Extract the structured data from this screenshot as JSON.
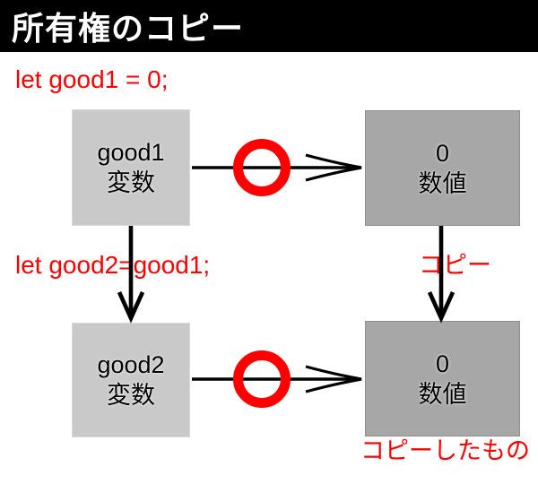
{
  "header": {
    "title": "所有権のコピー"
  },
  "annotations": {
    "code_line1": "let good1 = 0;",
    "code_line2": "let good2=good1;",
    "copy_arrow_label": "コピー",
    "copied_result_label": "コピーしたもの"
  },
  "boxes": {
    "good1": {
      "title": "good1",
      "subtitle": "変数"
    },
    "value1": {
      "title": "0",
      "subtitle": "数値"
    },
    "good2": {
      "title": "good2",
      "subtitle": "変数"
    },
    "value2": {
      "title": "0",
      "subtitle": "数値"
    }
  },
  "icons": {
    "ring": "ok-circle-icon",
    "horizontal_arrows": "open-chevron-arrow-right",
    "vertical_arrows": "open-v-arrow-down"
  },
  "colors": {
    "header-bg": "#000000",
    "header-fg": "#ffffff",
    "accent-red": "#ff0000",
    "box-light": "#c9c9c9",
    "box-light-border": "#d8d8d8",
    "box-dark": "#a7a7a7",
    "box-dark-border": "#8f8f8f",
    "arrow-black": "#000000",
    "canvas-bg": "#ffffff"
  }
}
